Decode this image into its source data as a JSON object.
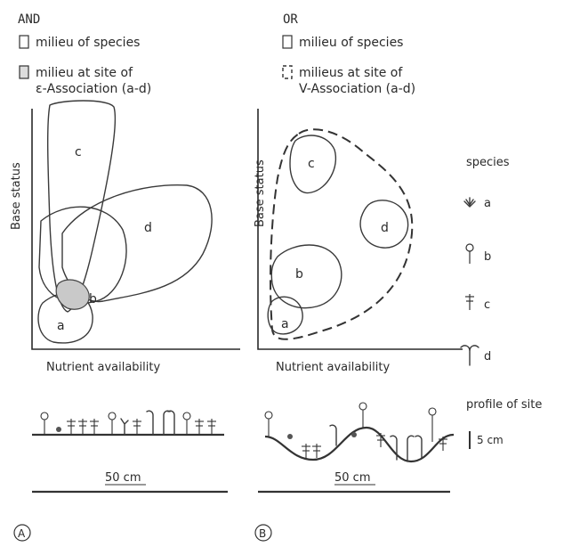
{
  "panelA": {
    "mode": "AND",
    "legend_species": "milieu of species",
    "legend_site_line1": "milieu at site of",
    "legend_site_line2": "ε-Association (a-d)",
    "y_label": "Base status",
    "x_label": "Nutrient availability",
    "region_labels": [
      "c",
      "d",
      "b",
      "a"
    ],
    "scale": "50 cm",
    "panel_label": "A"
  },
  "panelB": {
    "mode": "OR",
    "legend_species": "milieu of species",
    "legend_site_line1": "milieus at site of",
    "legend_site_line2": "V-Association (a-d)",
    "y_label": "Base status",
    "x_label": "Nutrient availability",
    "region_labels": [
      "c",
      "d",
      "b",
      "a"
    ],
    "scale": "50 cm",
    "panel_label": "B"
  },
  "species_legend": {
    "title": "species",
    "items": [
      "a",
      "b",
      "c",
      "d"
    ],
    "icons": [
      "species-a-icon",
      "species-b-icon",
      "species-c-icon",
      "species-d-icon"
    ]
  },
  "profile": {
    "title": "profile of site",
    "scale": "5 cm"
  }
}
